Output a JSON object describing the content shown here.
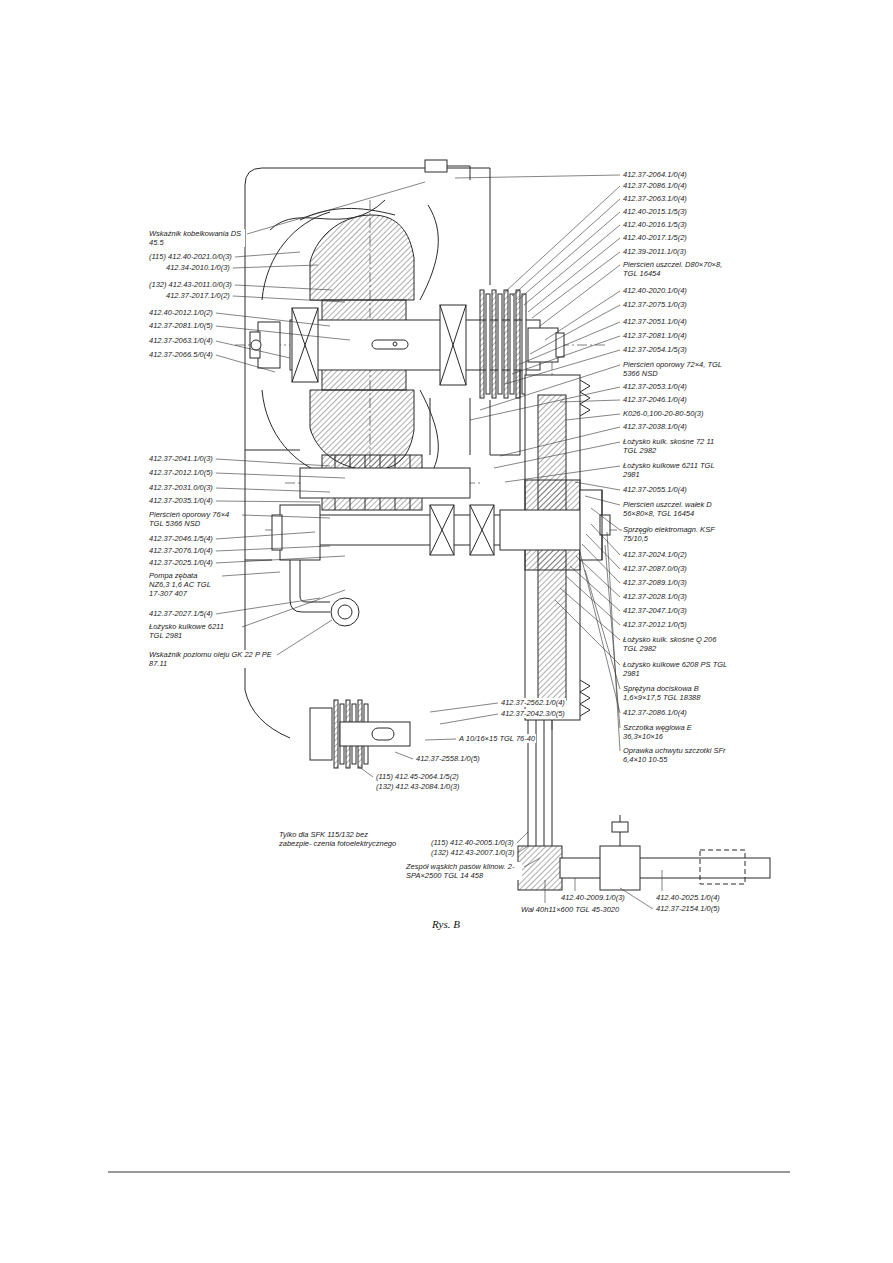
{
  "diagram": {
    "caption": "Rys. B",
    "labels": [
      "Wskaźnik kobelkowania DS 45.5",
      "(115) 412.40-2021.0/0(3)",
      "412.34-2010.1/0(3)",
      "(132) 412.43-2011.0/0(3)",
      "412.37-2017.1/0(2)",
      "412.40-2012.1/0(2)",
      "412.37-2081.1/0(5)",
      "412.37-2063.1/0(4)",
      "412.37-2066.5/0(4)",
      "412.37-2041.1/0(3)",
      "412.37-2012.1/0(5)",
      "412.37-2031.0/0(3)",
      "412.37-2035.1/0(4)",
      "Pierścień oporowy 76×4 TGL 5366 NSD",
      "412.37-2046.1/5(4)",
      "412.37-2076.1/0(4)",
      "412.37-2025.1/0(4)",
      "Pompa zębata NZ6,3 1,6 AC TGL 17-307 407",
      "412.37-2027.1/5(4)",
      "Łożysko kulkowe 6211 TGL 2981",
      "Wskaźnik poziomu oleju GK 22 P PE 87.11",
      "412.37-2064.1/0(4)",
      "412.37-2086.1/0(4)",
      "412.37-2063.1/0(4)",
      "412.40-2015.1/5(3)",
      "412.40-2016.1/5(3)",
      "412.40-2017.1/5(2)",
      "412.39-2011.1/0(3)",
      "Pierścień uszczel. D80×70×8, TGL 16454",
      "412.40-2020.1/0(4)",
      "412.37-2075.1/0(3)",
      "412.37-2051.1/0(4)",
      "412.37-2081.1/0(4)",
      "412.37-2054.1/5(3)",
      "Pierścień oporowy 72×4, TGL 5366 NSD",
      "412.37-2053.1/0(4)",
      "412.37-2046.1/0(4)",
      "K026-0,100-20-80-50(3)",
      "412.37-2038.1/0(4)",
      "Łożysko kulk. skośne 72 11 TGL 2982",
      "Łożysko kulkowe 6211 TGL 2981",
      "412.37-2055.1/0(4)",
      "Pierścień uszczel. wałek D 56×80×8, TGL 16454",
      "Sprzęgło elektromagn. KSF 75/10,5",
      "412.37-2024.1/0(2)",
      "412.37-2087.0/0(3)",
      "412.37-2089.1/0(3)",
      "412.37-2028.1/0(3)",
      "412.37-2047.1/0(3)",
      "412.37-2012.1/0(5)",
      "Łożysko kulk. skośne Q 206 TGL 2982",
      "Łożysko kulkowe 6208 PS TGL 2981",
      "Sprężyna dociskowa B 1,6×9×17,5 TGL 18388",
      "412.37-2086.1/0(4)",
      "Szczotka węglowa E 36,3×10×16",
      "Oprawka uchwytu szczotki SFr 6,4×10 10-55",
      "412.37-2562.1/0(4)",
      "412.37-2042.3/0(5)",
      "A 10/16×15 TGL 76-40",
      "412.37-2558.1/0(5)",
      "(115) 412.45-2064.1/5(2)",
      "(132) 412.43-2084.1/0(3)",
      "Tylko dla SFK 115/132 bez zabezpie- czenia fotoelektrycznego",
      "(115) 412.40-2005.1/0(3)",
      "(132) 412.43-2007.1/0(3)",
      "Zespół wąskich pasów klinow. 2-SPA×2500 TGL 14 458",
      "412.40-2009.1/0(3)",
      "Wał 40h11×600 TGL 45-3020",
      "412.40-2025.1/0(4)",
      "412.37-2154.1/0(5)"
    ]
  }
}
